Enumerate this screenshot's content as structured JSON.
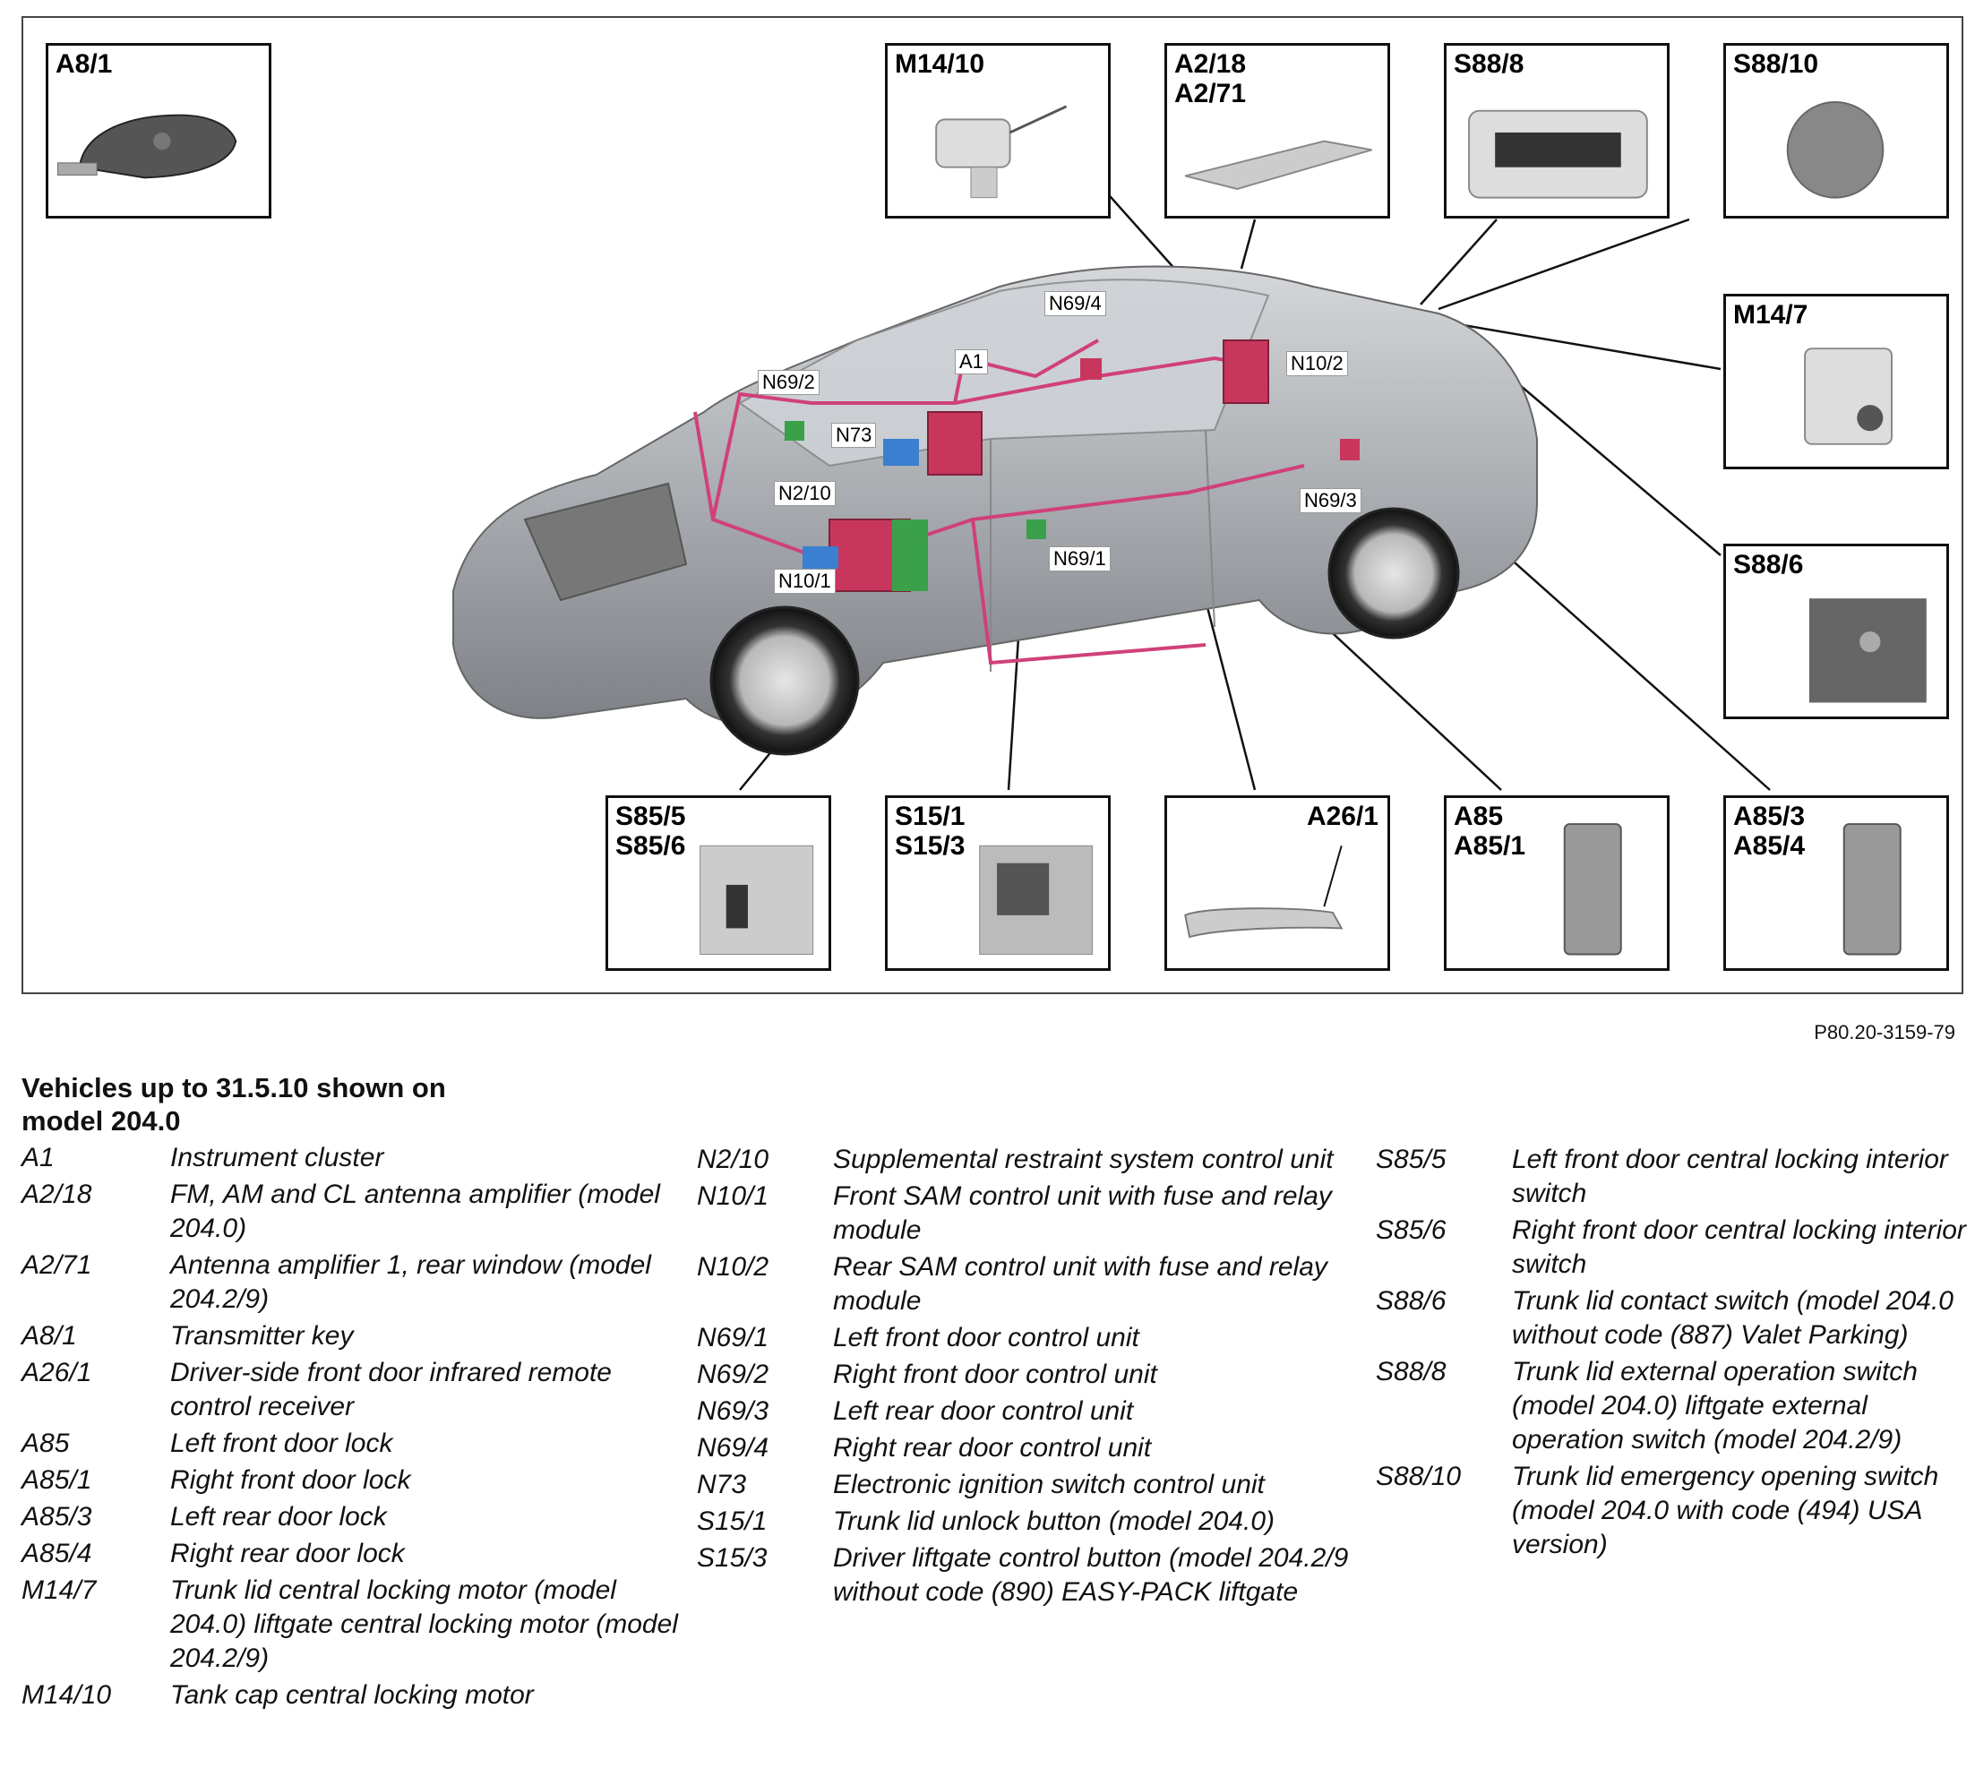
{
  "callouts": [
    {
      "id": "a8-1",
      "label": "A8/1"
    },
    {
      "id": "m14-10",
      "label": "M14/10"
    },
    {
      "id": "a2-18",
      "label": "A2/18\nA2/71"
    },
    {
      "id": "s88-8",
      "label": "S88/8"
    },
    {
      "id": "s88-10",
      "label": "S88/10"
    },
    {
      "id": "m14-7",
      "label": "M14/7"
    },
    {
      "id": "s88-6",
      "label": "S88/6"
    },
    {
      "id": "s85-5",
      "label": "S85/5\nS85/6"
    },
    {
      "id": "s15-1",
      "label": "S15/1\nS15/3"
    },
    {
      "id": "a26-1",
      "label": "A26/1"
    },
    {
      "id": "a85",
      "label": "A85\nA85/1"
    },
    {
      "id": "a85-3",
      "label": "A85/3\nA85/4"
    }
  ],
  "diagram_tags": [
    "N69/4",
    "A1",
    "N69/2",
    "N10/2",
    "N73",
    "N2/10",
    "N69/3",
    "N69/1",
    "N10/1"
  ],
  "figure_ref": "P80.20-3159-79",
  "legend": {
    "title": "Vehicles up to 31.5.10 shown on model 204.0",
    "columns": [
      [
        {
          "code": "A1",
          "desc": "Instrument cluster"
        },
        {
          "code": "A2/18",
          "desc": "FM, AM and CL antenna amplifier (model 204.0)"
        },
        {
          "code": "A2/71",
          "desc": "Antenna amplifier 1, rear window (model 204.2/9)"
        },
        {
          "code": "A8/1",
          "desc": "Transmitter key"
        },
        {
          "code": "A26/1",
          "desc": "Driver-side front door infrared remote control receiver"
        },
        {
          "code": "A85",
          "desc": "Left front door lock"
        },
        {
          "code": "A85/1",
          "desc": "Right front door lock"
        },
        {
          "code": "A85/3",
          "desc": "Left rear door lock"
        },
        {
          "code": "A85/4",
          "desc": "Right rear door lock"
        },
        {
          "code": "M14/7",
          "desc": "Trunk lid central locking motor (model 204.0) liftgate central locking motor (model 204.2/9)"
        },
        {
          "code": "M14/10",
          "desc": "Tank cap central locking motor"
        }
      ],
      [
        {
          "code": "N2/10",
          "desc": "Supplemental restraint system control unit"
        },
        {
          "code": "N10/1",
          "desc": "Front SAM control unit with fuse and relay module"
        },
        {
          "code": "N10/2",
          "desc": "Rear SAM control unit with fuse and relay module"
        },
        {
          "code": "N69/1",
          "desc": "Left front door control unit"
        },
        {
          "code": "N69/2",
          "desc": "Right front door control unit"
        },
        {
          "code": "N69/3",
          "desc": "Left rear door control unit"
        },
        {
          "code": "N69/4",
          "desc": "Right rear door control unit"
        },
        {
          "code": "N73",
          "desc": "Electronic ignition switch control unit"
        },
        {
          "code": "S15/1",
          "desc": "Trunk lid unlock button (model 204.0)"
        },
        {
          "code": "S15/3",
          "desc": "Driver liftgate control button (model 204.2/9 without code (890) EASY-PACK liftgate"
        }
      ],
      [
        {
          "code": "S85/5",
          "desc": "Left front door central locking interior switch"
        },
        {
          "code": "S85/6",
          "desc": "Right front door central locking interior switch"
        },
        {
          "code": "S88/6",
          "desc": "Trunk lid contact switch (model 204.0 without code (887) Valet Parking)"
        },
        {
          "code": "S88/8",
          "desc": "Trunk lid external operation switch (model 204.0) liftgate external operation switch (model 204.2/9)"
        },
        {
          "code": "S88/10",
          "desc": "Trunk lid emergency opening switch (model 204.0 with code (494) USA version)"
        }
      ]
    ]
  },
  "colors": {
    "body": "#a9acb0",
    "wiring": "#d0407a",
    "module_red": "#c8365e",
    "module_green": "#3aa04a",
    "module_blue": "#3a7fd0"
  }
}
